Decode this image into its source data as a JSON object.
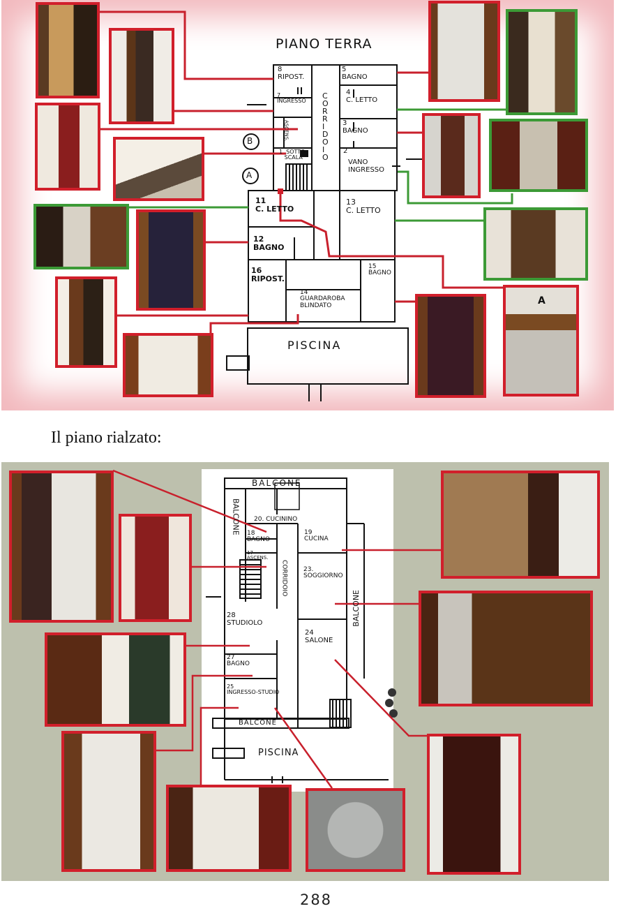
{
  "floor_ground": {
    "title": "PIANO TERRA",
    "rooms": [
      {
        "id": "r8",
        "text": "8\nRIPOST."
      },
      {
        "id": "r7",
        "text": "7\nINGRESSO"
      },
      {
        "id": "r5",
        "text": "5\nBAGNO"
      },
      {
        "id": "r4",
        "text": "4\nC. LETTO"
      },
      {
        "id": "r3",
        "text": "3\nBAGNO"
      },
      {
        "id": "r2",
        "text": "2"
      },
      {
        "id": "ascens",
        "text": "ASCENS."
      },
      {
        "id": "r1",
        "text": "1  SOTTO\n   SCALA"
      },
      {
        "id": "vano",
        "text": "VANO\nINGRESSO"
      },
      {
        "id": "corridoio",
        "text": "C\nO\nR\nR\nI\nD\nO\nI\nO"
      },
      {
        "id": "r11",
        "text": "11\nC. LETTO"
      },
      {
        "id": "r13",
        "text": "13\nC. LETTO"
      },
      {
        "id": "r12",
        "text": "12\nBAGNO"
      },
      {
        "id": "r16",
        "text": "16\nRIPOST."
      },
      {
        "id": "r14",
        "text": "14\nGUARDAROBA\nBLINDATO"
      },
      {
        "id": "r15",
        "text": "15\nBAGNO"
      },
      {
        "id": "piscina",
        "text": "PISCINA"
      }
    ],
    "markers": [
      "B",
      "A"
    ],
    "photo_tag": "A"
  },
  "caption": "Il piano rialzato:",
  "floor_raised": {
    "rooms": [
      {
        "id": "balcone-top",
        "text": "BALCONE"
      },
      {
        "id": "balcone-left",
        "text": "BALCONE"
      },
      {
        "id": "r20",
        "text": "20. CUCININO"
      },
      {
        "id": "r18",
        "text": "18\nBAGNO"
      },
      {
        "id": "r17",
        "text": "17\nASCENS."
      },
      {
        "id": "r19",
        "text": "19\nCUCINA"
      },
      {
        "id": "corridoio2",
        "text": "CORRIDOIO"
      },
      {
        "id": "r23",
        "text": "23.\nSOGGIORNO"
      },
      {
        "id": "balcone-right",
        "text": "BALCONE"
      },
      {
        "id": "r28",
        "text": "28\nSTUDIOLO"
      },
      {
        "id": "r24",
        "text": "24\nSALONE"
      },
      {
        "id": "r27",
        "text": "27\nBAGNO"
      },
      {
        "id": "r25",
        "text": "25\nINGRESSO-STUDIO"
      },
      {
        "id": "balcone-bottom",
        "text": "BALCONE"
      },
      {
        "id": "piscina2",
        "text": "PISCINA"
      }
    ]
  },
  "page_number": "288",
  "colors": {
    "red_frame": "#d11f2b",
    "green_frame": "#3c9a36",
    "bottom_bg": "#bdc0ad"
  }
}
